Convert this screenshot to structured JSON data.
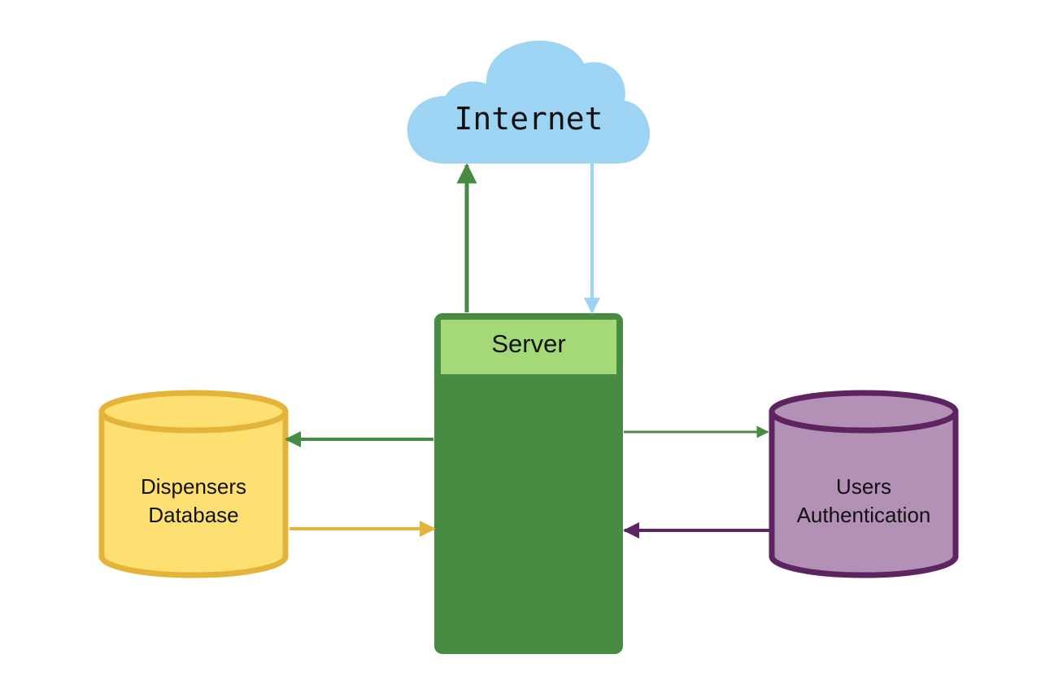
{
  "nodes": {
    "internet": {
      "label": "Internet"
    },
    "server": {
      "label": "Server"
    },
    "dispensers_db": {
      "line1": "Dispensers",
      "line2": "Database"
    },
    "users_auth": {
      "line1": "Users",
      "line2": "Authentication"
    }
  },
  "edges": [
    {
      "from": "server",
      "to": "internet"
    },
    {
      "from": "internet",
      "to": "server"
    },
    {
      "from": "server",
      "to": "dispensers_db"
    },
    {
      "from": "dispensers_db",
      "to": "server"
    },
    {
      "from": "server",
      "to": "users_auth"
    },
    {
      "from": "users_auth",
      "to": "server"
    }
  ],
  "colors": {
    "cloud_fill": "#9dd3f3",
    "server_dark": "#488b42",
    "server_header": "#a5d977",
    "db_fill": "#fddf72",
    "db_stroke": "#e3b33a",
    "auth_fill": "#b391b6",
    "auth_stroke": "#5e2461"
  }
}
